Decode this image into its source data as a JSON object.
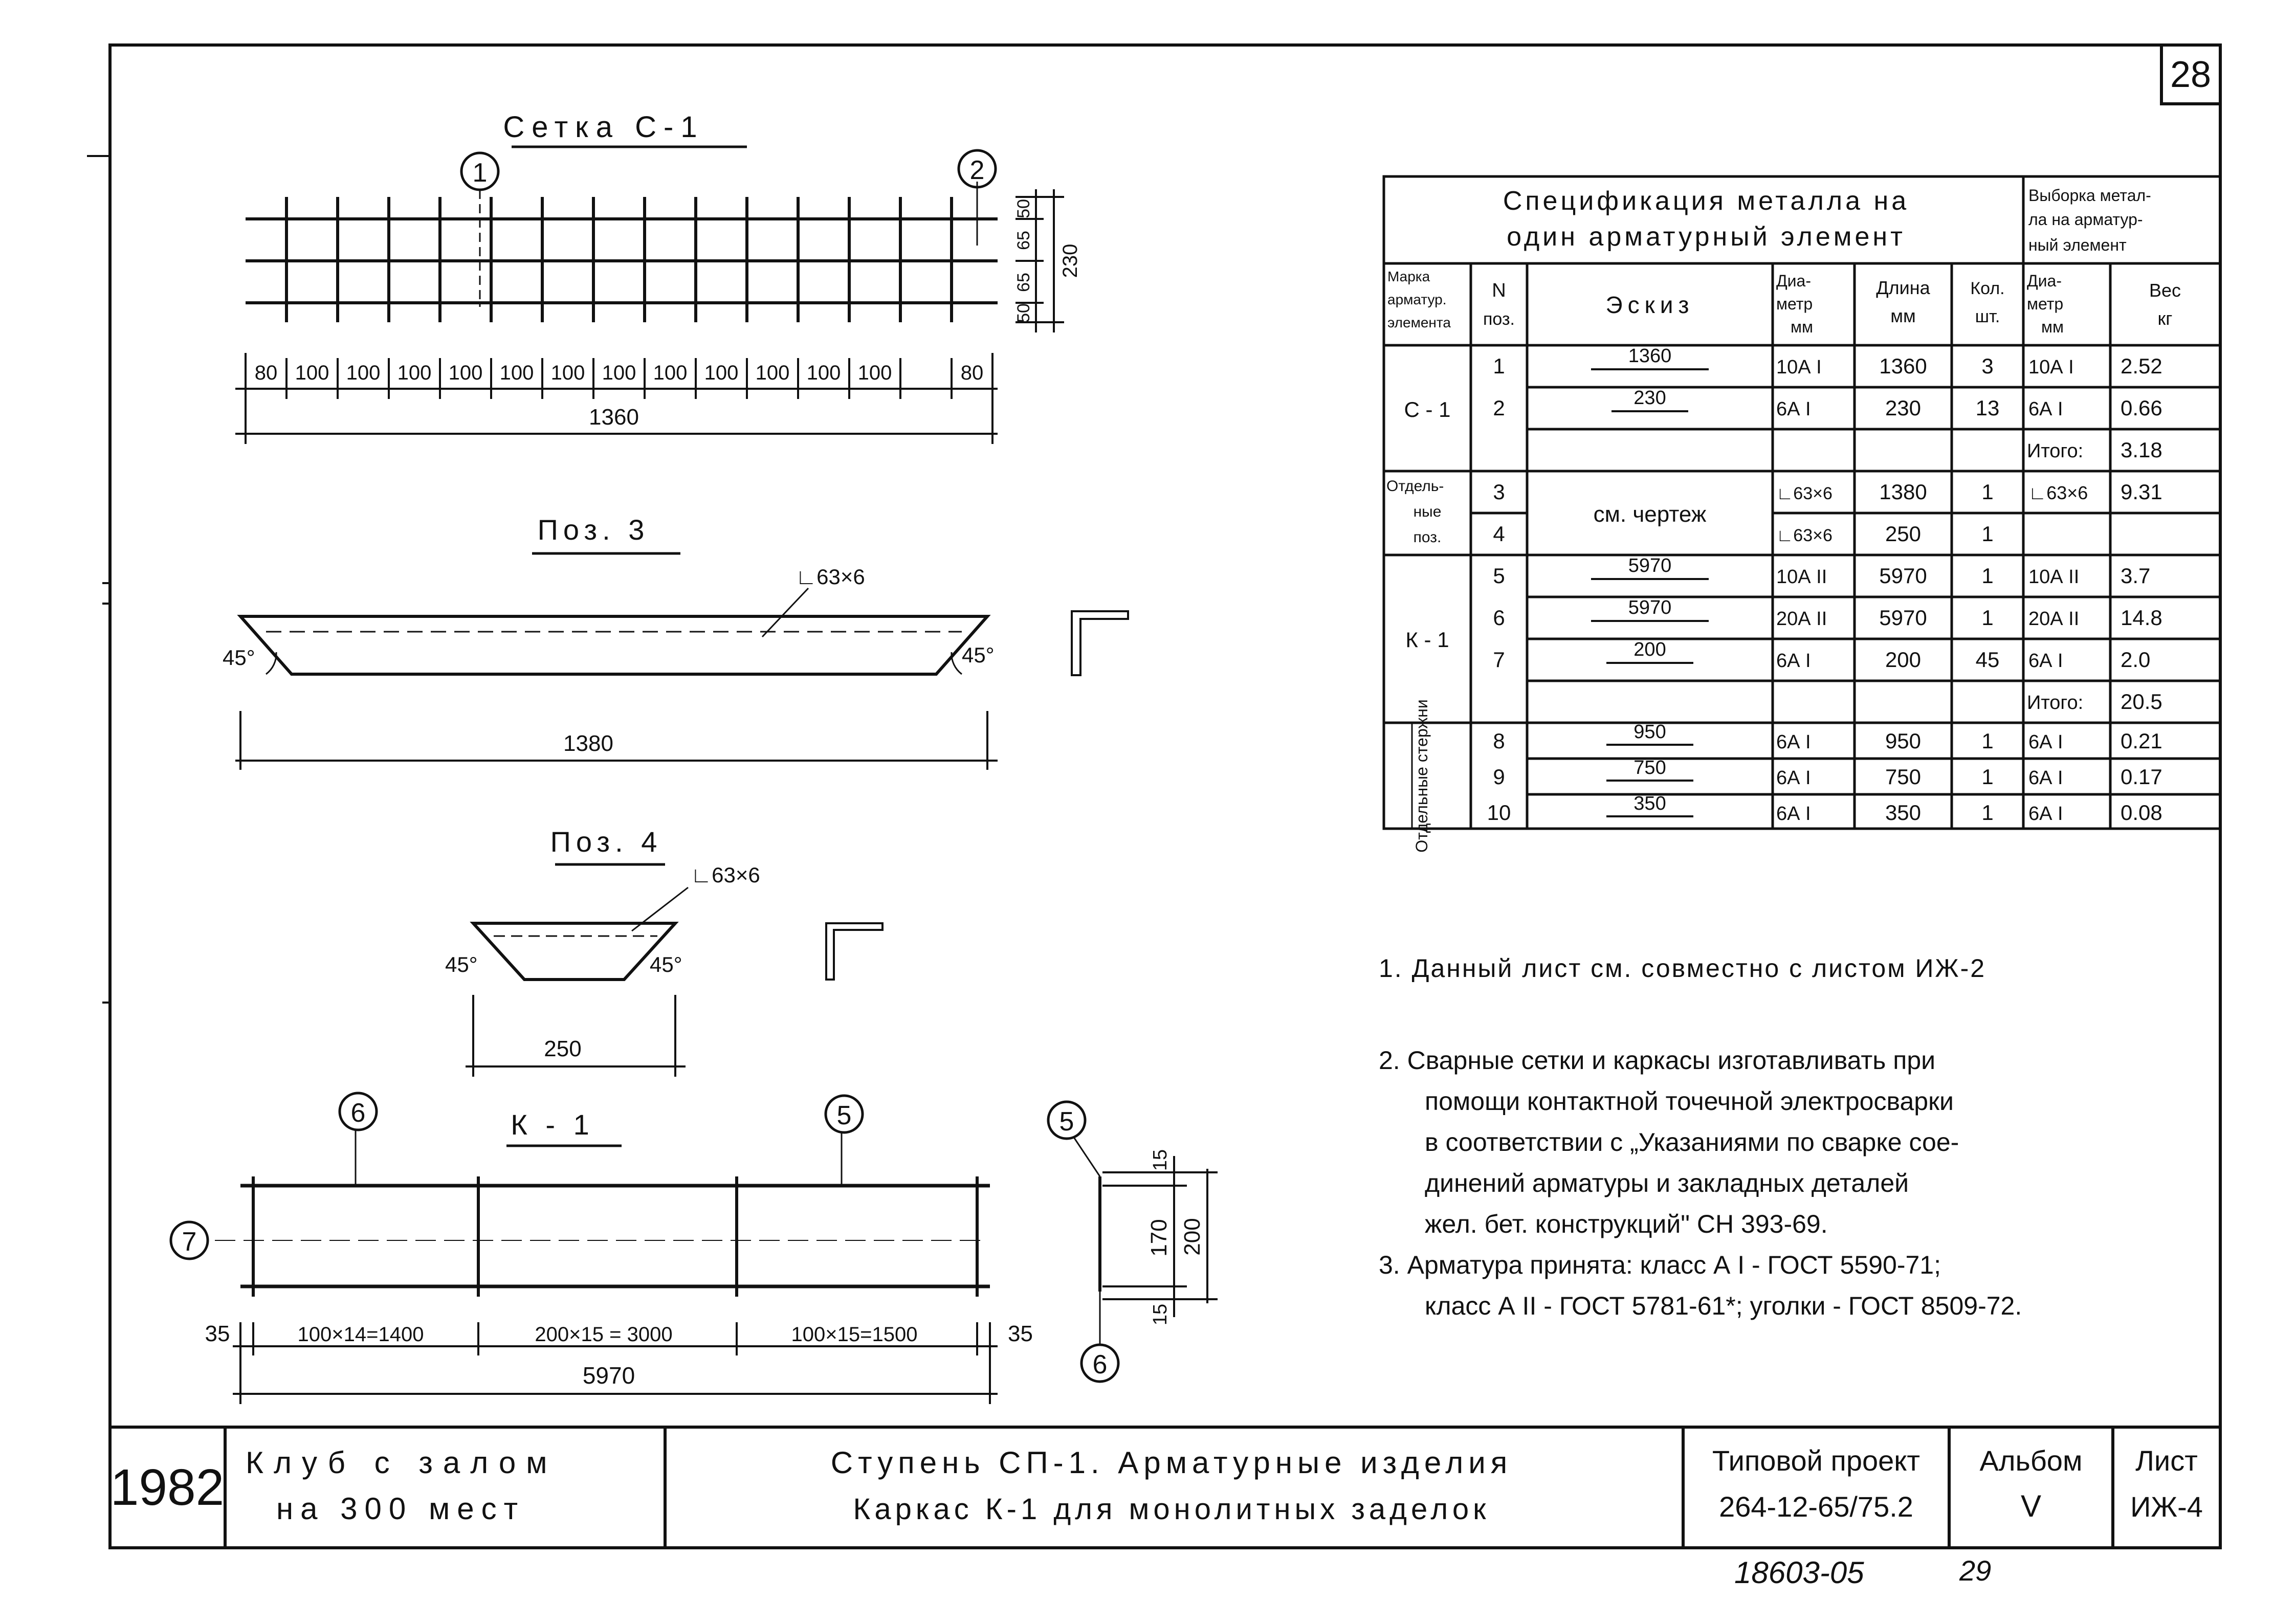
{
  "page": {
    "sheet_number": "28"
  },
  "mesh_c1": {
    "title": "Сетка С-1",
    "callout_1": "1",
    "callout_2": "2",
    "spacing": [
      "80",
      "100",
      "100",
      "100",
      "100",
      "100",
      "100",
      "100",
      "100",
      "100",
      "100",
      "100",
      "100",
      "80"
    ],
    "overall_length": "1360",
    "vertical_dims": [
      "50",
      "65",
      "65",
      "50"
    ],
    "height": "230"
  },
  "pos3": {
    "title": "Поз. 3",
    "profile": "∟63×6",
    "angle_left": "45°",
    "angle_right": "45°",
    "length": "1380"
  },
  "pos4": {
    "title": "Поз. 4",
    "profile": "∟63×6",
    "angle_left": "45°",
    "angle_right": "45°",
    "length": "250"
  },
  "frame_k1": {
    "title": "К - 1",
    "callout_6": "6",
    "callout_5": "5",
    "callout_7": "7",
    "dim_left": "35",
    "dim_a": "100×14=1400",
    "dim_b": "200×15 = 3000",
    "dim_c": "100×15=1500",
    "dim_right": "35",
    "overall_length": "5970",
    "section_callout_top": "5",
    "section_callout_bottom": "6",
    "section_dims": [
      "15",
      "170",
      "15"
    ],
    "section_height": "200"
  },
  "spec_table": {
    "title_line1": "Спецификация металла на",
    "title_line2": "один арматурный элемент",
    "selection_line1": "Выборка метал-",
    "selection_line2": "ла на арматур-",
    "selection_line3": "ный элемент",
    "headers": {
      "mark_1": "Марка",
      "mark_2": "арматур.",
      "mark_3": "элемента",
      "pos_1": "N",
      "pos_2": "поз.",
      "sketch": "Эскиз",
      "dia_1": "Диа-",
      "dia_2": "метр",
      "dia_3": "мм",
      "len_1": "Длина",
      "len_2": "мм",
      "qty_1": "Кол.",
      "qty_2": "шт.",
      "sdia_1": "Диа-",
      "sdia_2": "метр",
      "sdia_3": "мм",
      "weight_1": "Вес",
      "weight_2": "кг"
    },
    "group_c1": "С - 1",
    "group_separate_1": "Отдель-",
    "group_separate_2": "ные",
    "group_separate_3": "поз.",
    "group_k1": "К - 1",
    "group_rods": "Отдельные стержни",
    "see_drawing": "см. чертеж",
    "rows": [
      {
        "pos": "1",
        "sketch": "1360",
        "dia": "10А I",
        "len": "1360",
        "qty": "3",
        "sdia": "10А I",
        "weight": "2.52"
      },
      {
        "pos": "2",
        "sketch": "230",
        "dia": "6А I",
        "len": "230",
        "qty": "13",
        "sdia": "6А I",
        "weight": "0.66"
      },
      {
        "pos": "",
        "sketch": "",
        "dia": "",
        "len": "",
        "qty": "",
        "sdia": "Итого:",
        "weight": "3.18"
      },
      {
        "pos": "3",
        "sketch": "",
        "dia": "∟63×6",
        "len": "1380",
        "qty": "1",
        "sdia": "∟63×6",
        "weight": "9.31"
      },
      {
        "pos": "4",
        "sketch": "",
        "dia": "∟63×6",
        "len": "250",
        "qty": "1",
        "sdia": "",
        "weight": ""
      },
      {
        "pos": "5",
        "sketch": "5970",
        "dia": "10А II",
        "len": "5970",
        "qty": "1",
        "sdia": "10А II",
        "weight": "3.7"
      },
      {
        "pos": "6",
        "sketch": "5970",
        "dia": "20А II",
        "len": "5970",
        "qty": "1",
        "sdia": "20А II",
        "weight": "14.8"
      },
      {
        "pos": "7",
        "sketch": "200",
        "dia": "6А I",
        "len": "200",
        "qty": "45",
        "sdia": "6А I",
        "weight": "2.0"
      },
      {
        "pos": "",
        "sketch": "",
        "dia": "",
        "len": "",
        "qty": "",
        "sdia": "Итого:",
        "weight": "20.5"
      },
      {
        "pos": "8",
        "sketch": "950",
        "dia": "6А I",
        "len": "950",
        "qty": "1",
        "sdia": "6А I",
        "weight": "0.21"
      },
      {
        "pos": "9",
        "sketch": "750",
        "dia": "6А I",
        "len": "750",
        "qty": "1",
        "sdia": "6А I",
        "weight": "0.17"
      },
      {
        "pos": "10",
        "sketch": "350",
        "dia": "6А I",
        "len": "350",
        "qty": "1",
        "sdia": "6А I",
        "weight": "0.08"
      }
    ]
  },
  "notes": {
    "n1": "1. Данный лист см. совместно с листом ИЖ-2",
    "n2_l1": "2. Сварные сетки и каркасы изготавливать при",
    "n2_l2": "помощи контактной точечной электросварки",
    "n2_l3": "в соответствии с „Указаниями по сварке сое-",
    "n2_l4": "динений арматуры и закладных деталей",
    "n2_l5": "жел. бет. конструкций\" СН 393-69.",
    "n3_l1": "3. Арматура принята: класс А I - ГОСТ 5590-71;",
    "n3_l2": "класс А II - ГОСТ 5781-61*; уголки - ГОСТ 8509-72."
  },
  "title_block": {
    "year": "1982",
    "building_l1": "Клуб с залом",
    "building_l2": "на 300 мест",
    "drawing_l1": "Ступень СП-1. Арматурные изделия",
    "drawing_l2": "Каркас К-1 для монолитных заделок",
    "project_l1": "Типовой проект",
    "project_l2": "264-12-65/75.2",
    "album_l1": "Альбом",
    "album_l2": "V",
    "sheet_l1": "Лист",
    "sheet_l2": "ИЖ-4"
  },
  "footer": {
    "inventory": "18603-05",
    "page": "29"
  }
}
